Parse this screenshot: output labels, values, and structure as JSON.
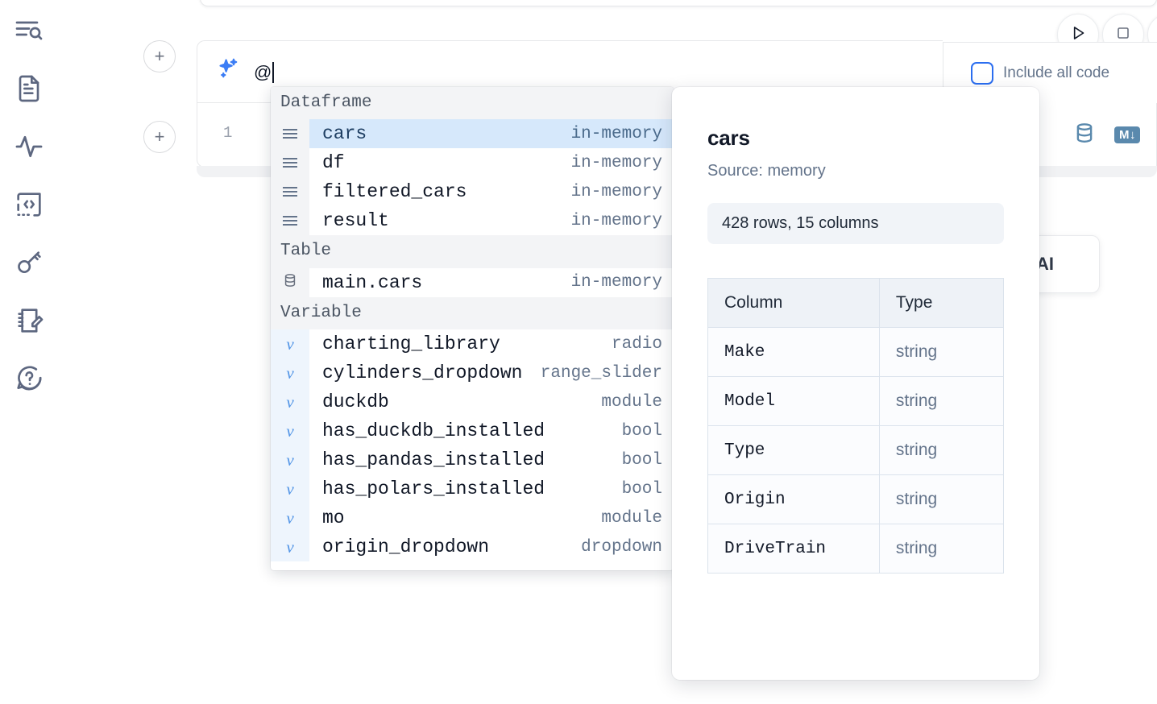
{
  "sidebar": {
    "items": [
      {
        "icon": "outline-search-icon",
        "name": "outline"
      },
      {
        "icon": "file-text-icon",
        "name": "files"
      },
      {
        "icon": "activity-icon",
        "name": "variables"
      },
      {
        "icon": "code-brackets-icon",
        "name": "dependencies"
      },
      {
        "icon": "key-icon",
        "name": "secrets"
      },
      {
        "icon": "notebook-edit-icon",
        "name": "scratchpad"
      },
      {
        "icon": "chat-question-icon",
        "name": "help"
      }
    ]
  },
  "toolbar": {
    "run_icon": "play-icon",
    "stop_icon": "stop-square-icon",
    "add_cell_label": "+",
    "include_all_code_label": "Include all code",
    "include_all_code_checked": false,
    "accent_blue": "#2b6ef0"
  },
  "ai_prompt": {
    "icon": "sparkle-icon",
    "value": "@",
    "placeholder": ""
  },
  "code_cell": {
    "line_number": "1",
    "database_icon": "database-icon",
    "markdown_badge": "M",
    "markdown_arrow": "↓"
  },
  "ai_card": {
    "label": "h AI"
  },
  "autocomplete": {
    "sections": [
      {
        "title": "Dataframe",
        "icon": "dataframe-rows-icon",
        "kind": "df",
        "items": [
          {
            "name": "cars",
            "type": "in-memory",
            "selected": true
          },
          {
            "name": "df",
            "type": "in-memory",
            "selected": false
          },
          {
            "name": "filtered_cars",
            "type": "in-memory",
            "selected": false
          },
          {
            "name": "result",
            "type": "in-memory",
            "selected": false
          }
        ]
      },
      {
        "title": "Table",
        "icon": "database-icon",
        "kind": "tbl",
        "items": [
          {
            "name": "main.cars",
            "type": "in-memory",
            "selected": false
          }
        ]
      },
      {
        "title": "Variable",
        "icon": "variable-icon",
        "kind": "var",
        "items": [
          {
            "name": "charting_library",
            "type": "radio",
            "selected": false
          },
          {
            "name": "cylinders_dropdown",
            "type": "range_slider",
            "selected": false
          },
          {
            "name": "duckdb",
            "type": "module",
            "selected": false
          },
          {
            "name": "has_duckdb_installed",
            "type": "bool",
            "selected": false
          },
          {
            "name": "has_pandas_installed",
            "type": "bool",
            "selected": false
          },
          {
            "name": "has_polars_installed",
            "type": "bool",
            "selected": false
          },
          {
            "name": "mo",
            "type": "module",
            "selected": false
          },
          {
            "name": "origin_dropdown",
            "type": "dropdown",
            "selected": false
          }
        ]
      }
    ]
  },
  "detail": {
    "title": "cars",
    "source": "Source: memory",
    "shape": "428 rows, 15 columns",
    "table": {
      "headers": [
        "Column",
        "Type"
      ],
      "rows": [
        [
          "Make",
          "string"
        ],
        [
          "Model",
          "string"
        ],
        [
          "Type",
          "string"
        ],
        [
          "Origin",
          "string"
        ],
        [
          "DriveTrain",
          "string"
        ]
      ]
    }
  }
}
